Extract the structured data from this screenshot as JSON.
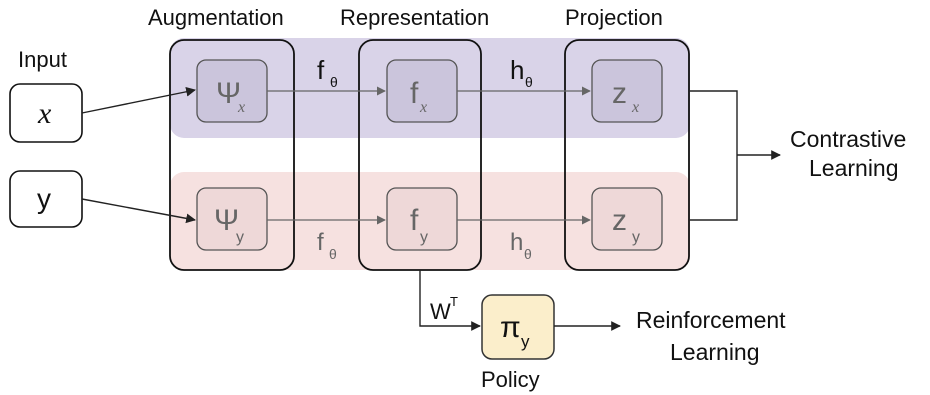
{
  "columns": {
    "augmentation": "Augmentation",
    "representation": "Representation",
    "projection": "Projection"
  },
  "input": {
    "label": "Input",
    "x": "x",
    "y": "y"
  },
  "nodes": {
    "psi_main": "Ψ",
    "psi_x_sub": "x",
    "psi_y_sub": "y",
    "f_main": "f",
    "f_x_sub": "x",
    "f_y_sub": "y",
    "z_main": "z",
    "z_x_sub": "x",
    "z_y_sub": "y",
    "pi_main": "π",
    "pi_sub": "y"
  },
  "edges": {
    "f_theta_main": "f",
    "f_theta_sub": "θ",
    "h_theta_main": "h",
    "h_theta_sub": "θ",
    "wt_main": "W",
    "wt_sup": "T"
  },
  "outputs": {
    "contrastive_line1": "Contrastive",
    "contrastive_line2": "Learning",
    "rl_line1": "Reinforcement",
    "rl_line2": "Learning",
    "policy": "Policy"
  },
  "colors": {
    "purple_band": "#d9d3e8",
    "pink_band": "#f6e1e0",
    "policy_fill": "#fbeecb",
    "node_fill_purple": "#cbc5dc",
    "node_fill_pink": "#eed8d8"
  }
}
